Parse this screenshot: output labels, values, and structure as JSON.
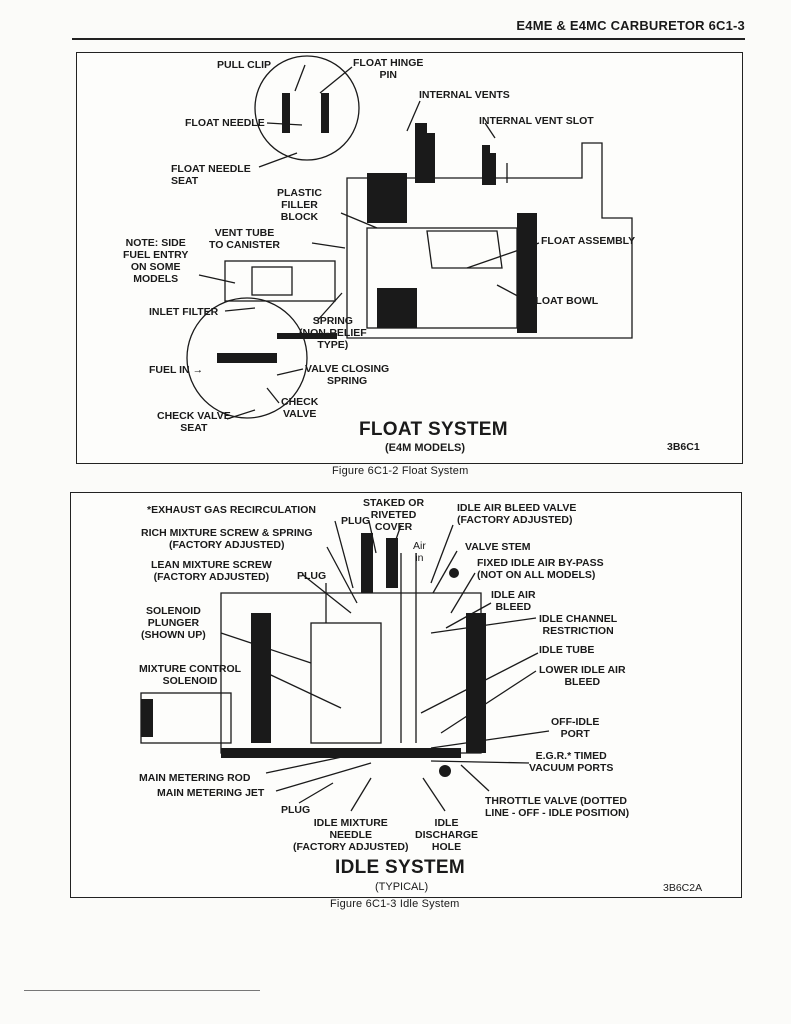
{
  "header": {
    "title": "E4ME & E4MC CARBURETOR  6C1-3"
  },
  "figure1": {
    "title": "FLOAT SYSTEM",
    "subtitle": "(E4M MODELS)",
    "code": "3B6C1",
    "caption": "Figure 6C1-2 Float System",
    "labels": {
      "pull_clip": "PULL CLIP",
      "float_hinge_pin": "FLOAT HINGE\nPIN",
      "internal_vents": "INTERNAL VENTS",
      "internal_vent_slot": "INTERNAL VENT SLOT",
      "float_needle": "FLOAT NEEDLE",
      "float_needle_seat": "FLOAT NEEDLE\nSEAT",
      "plastic_filler_block": "PLASTIC\nFILLER\nBLOCK",
      "vent_tube": "VENT TUBE\nTO CANISTER",
      "note_side_fuel_entry": "NOTE: SIDE\nFUEL ENTRY\nON SOME\nMODELS",
      "float_assembly": "FLOAT ASSEMBLY",
      "float_bowl": "FLOAT BOWL",
      "inlet_filter": "INLET FILTER",
      "spring_non_relief": "SPRING\n(NON-RELIEF\nTYPE)",
      "fuel_in": "FUEL IN",
      "valve_closing_spring": "VALVE CLOSING\nSPRING",
      "check_valve": "CHECK\nVALVE",
      "check_valve_seat": "CHECK VALVE\nSEAT"
    }
  },
  "figure2": {
    "title": "IDLE SYSTEM",
    "subtitle": "(TYPICAL)",
    "code": "3B6C2A",
    "caption": "Figure 6C1-3 Idle System",
    "labels": {
      "egr_note": "*EXHAUST GAS RECIRCULATION",
      "staked_or_riveted_cover": "STAKED OR\nRIVETED\nCOVER",
      "plug_top": "PLUG",
      "idle_air_bleed_valve": "IDLE AIR BLEED VALVE\n(FACTORY ADJUSTED)",
      "rich_mixture": "RICH MIXTURE SCREW & SPRING\n(FACTORY ADJUSTED)",
      "air_in": "Air\nin",
      "valve_stem": "VALVE STEM",
      "lean_mixture": "LEAN MIXTURE SCREW\n(FACTORY ADJUSTED)",
      "plug_mid": "PLUG",
      "fixed_idle_air": "FIXED IDLE AIR BY-PASS\n(NOT ON ALL MODELS)",
      "idle_air_bleed": "IDLE AIR\nBLEED",
      "solenoid_plunger": "SOLENOID\nPLUNGER\n(SHOWN UP)",
      "idle_channel_restriction": "IDLE CHANNEL\nRESTRICTION",
      "idle_tube": "IDLE TUBE",
      "mixture_control_solenoid": "MIXTURE CONTROL\nSOLENOID",
      "lower_idle_air_bleed": "LOWER IDLE AIR\nBLEED",
      "off_idle_port": "OFF-IDLE\nPORT",
      "egr_timed_vacuum": "E.G.R.* TIMED\nVACUUM PORTS",
      "main_metering_rod": "MAIN METERING ROD",
      "main_metering_jet": "MAIN METERING JET",
      "throttle_valve": "THROTTLE VALVE (DOTTED\nLINE - OFF - IDLE POSITION)",
      "plug_bottom": "PLUG",
      "idle_mixture_needle": "IDLE MIXTURE\nNEEDLE\n(FACTORY ADJUSTED)",
      "idle_discharge_hole": "IDLE\nDISCHARGE\nHOLE"
    }
  },
  "colors": {
    "ink": "#1a1a1a",
    "paper": "#fbfbf9"
  }
}
